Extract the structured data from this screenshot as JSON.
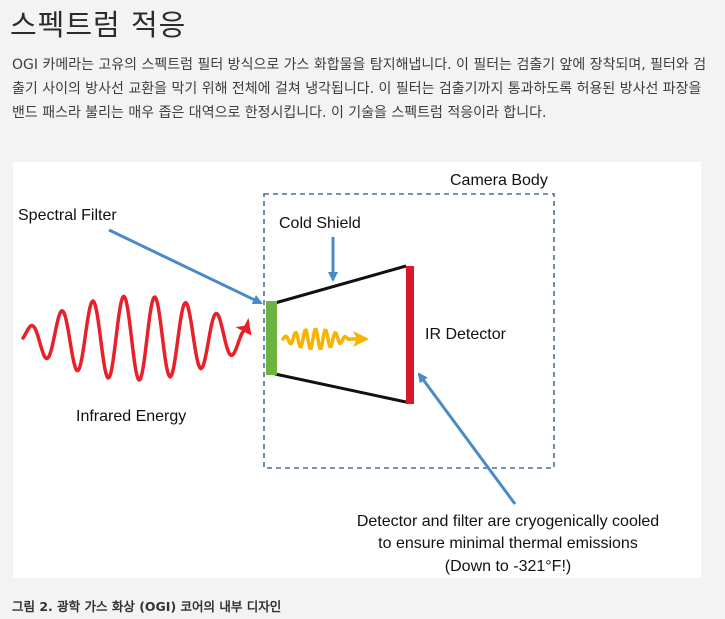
{
  "page": {
    "title": "스펙트럼 적응",
    "paragraph": "OGI 카메라는 고유의 스펙트럼 필터 방식으로 가스 화합물을 탐지해냅니다. 이 필터는 검출기 앞에 장착되며, 필터와 검출기 사이의 방사선 교환을 막기 위해 전체에 걸쳐 냉각됩니다. 이 필터는 검출기까지 통과하도록 허용된 방사선 파장을 밴드 패스라 불리는 매우 좁은 대역으로 한정시킵니다. 이 기술을 스펙트럼 적응이라 합니다.",
    "caption": "그림 2. 광학 가스 화상 (OGI) 코어의 내부 디자인"
  },
  "diagram": {
    "camera_body": "Camera Body",
    "spectral_filter": "Spectral Filter",
    "cold_shield": "Cold Shield",
    "ir_detector": "IR Detector",
    "infrared_energy": "Infrared Energy",
    "note_line1": "Detector and filter are cryogenically cooled",
    "note_line2": "to ensure minimal thermal emissions",
    "note_line3": "(Down to -321°F!)"
  },
  "colors": {
    "infrared_wave": "#e8202a",
    "filtered_wave": "#f6b400",
    "filter": "#6cb33f",
    "detector": "#d9182a",
    "arrows": "#4a8ac8",
    "box_border": "#4a6f9a"
  }
}
